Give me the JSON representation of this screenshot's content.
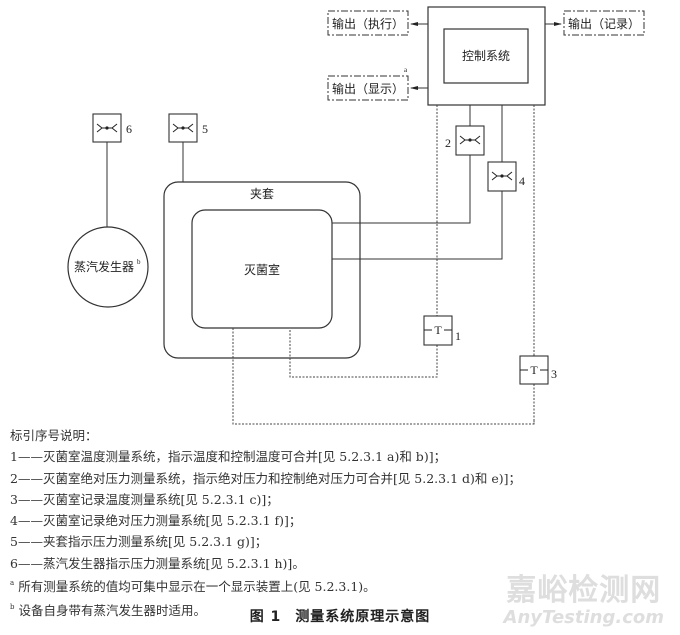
{
  "diagram": {
    "outputs": {
      "execute": "输出（执行）",
      "display": "输出（显示）",
      "record": "输出（记录）",
      "display_note": "a"
    },
    "control_system": "控制系统",
    "jacket": "夹套",
    "chamber": "灭菌室",
    "steam_generator": "蒸汽发生器",
    "steam_generator_note": "b",
    "sensors": [
      {
        "id": "1",
        "type": "temperature",
        "symbol": "T"
      },
      {
        "id": "2",
        "type": "pressure"
      },
      {
        "id": "3",
        "type": "temperature",
        "symbol": "T"
      },
      {
        "id": "4",
        "type": "pressure"
      },
      {
        "id": "5",
        "type": "pressure"
      },
      {
        "id": "6",
        "type": "pressure"
      }
    ]
  },
  "legend": {
    "title": "标引序号说明：",
    "items": [
      "1——灭菌室温度测量系统，指示温度和控制温度可合并[见 5.2.3.1 a)和 b)]；",
      "2——灭菌室绝对压力测量系统，指示绝对压力和控制绝对压力可合并[见 5.2.3.1 d)和 e)]；",
      "3——灭菌室记录温度测量系统[见 5.2.3.1 c)]；",
      "4——灭菌室记录绝对压力测量系统[见 5.2.3.1 f)]；",
      "5——夹套指示压力测量系统[见 5.2.3.1 g)]；",
      "6——蒸汽发生器指示压力测量系统[见 5.2.3.1 h)]。"
    ],
    "notes": [
      {
        "mark": "a",
        "text": "所有测量系统的值均可集中显示在一个显示装置上(见 5.2.3.1)。"
      },
      {
        "mark": "b",
        "text": "设备自身带有蒸汽发生器时适用。"
      }
    ]
  },
  "caption": {
    "figure": "图 1",
    "title": "测量系统原理示意图"
  },
  "watermark": {
    "cn": "嘉峪检测网",
    "en": "AnyTesting.com"
  }
}
